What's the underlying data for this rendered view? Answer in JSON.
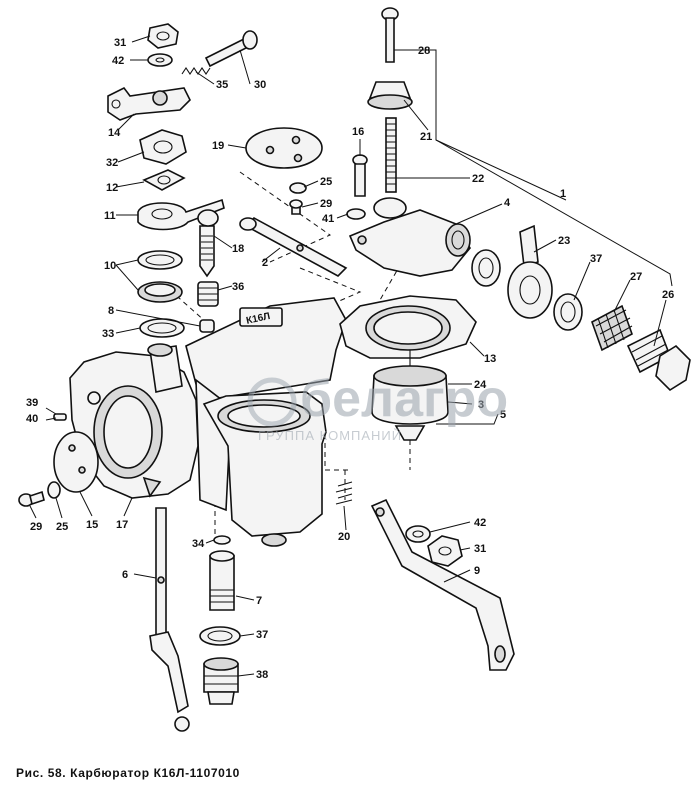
{
  "figure": {
    "caption": "Рис. 58. Карбюратор К16Л-1107010",
    "body_marking": "К16Л"
  },
  "watermark": {
    "brand": "белагро",
    "sub": "ГРУППА КОМПАНИЙ"
  },
  "callouts": [
    {
      "id": "c31a",
      "label": "31"
    },
    {
      "id": "c42a",
      "label": "42"
    },
    {
      "id": "c35",
      "label": "35"
    },
    {
      "id": "c30",
      "label": "30"
    },
    {
      "id": "c14",
      "label": "14"
    },
    {
      "id": "c32",
      "label": "32"
    },
    {
      "id": "c12",
      "label": "12"
    },
    {
      "id": "c11",
      "label": "11"
    },
    {
      "id": "c10",
      "label": "10"
    },
    {
      "id": "c8",
      "label": "8"
    },
    {
      "id": "c33",
      "label": "33"
    },
    {
      "id": "c19",
      "label": "19"
    },
    {
      "id": "c25a",
      "label": "25"
    },
    {
      "id": "c29a",
      "label": "29"
    },
    {
      "id": "c41",
      "label": "41"
    },
    {
      "id": "c18",
      "label": "18"
    },
    {
      "id": "c2",
      "label": "2"
    },
    {
      "id": "c36",
      "label": "36"
    },
    {
      "id": "c16",
      "label": "16"
    },
    {
      "id": "c28",
      "label": "28"
    },
    {
      "id": "c21",
      "label": "21"
    },
    {
      "id": "c22",
      "label": "22"
    },
    {
      "id": "c1",
      "label": "1"
    },
    {
      "id": "c4",
      "label": "4"
    },
    {
      "id": "c23",
      "label": "23"
    },
    {
      "id": "c37a",
      "label": "37"
    },
    {
      "id": "c27",
      "label": "27"
    },
    {
      "id": "c26",
      "label": "26"
    },
    {
      "id": "c13",
      "label": "13"
    },
    {
      "id": "c24",
      "label": "24"
    },
    {
      "id": "c3",
      "label": "3"
    },
    {
      "id": "c5",
      "label": "5"
    },
    {
      "id": "c39",
      "label": "39"
    },
    {
      "id": "c40",
      "label": "40"
    },
    {
      "id": "c29b",
      "label": "29"
    },
    {
      "id": "c25b",
      "label": "25"
    },
    {
      "id": "c15",
      "label": "15"
    },
    {
      "id": "c17",
      "label": "17"
    },
    {
      "id": "c20",
      "label": "20"
    },
    {
      "id": "c42b",
      "label": "42"
    },
    {
      "id": "c31b",
      "label": "31"
    },
    {
      "id": "c9",
      "label": "9"
    },
    {
      "id": "c34",
      "label": "34"
    },
    {
      "id": "c6",
      "label": "6"
    },
    {
      "id": "c7",
      "label": "7"
    },
    {
      "id": "c37b",
      "label": "37"
    },
    {
      "id": "c38",
      "label": "38"
    }
  ]
}
